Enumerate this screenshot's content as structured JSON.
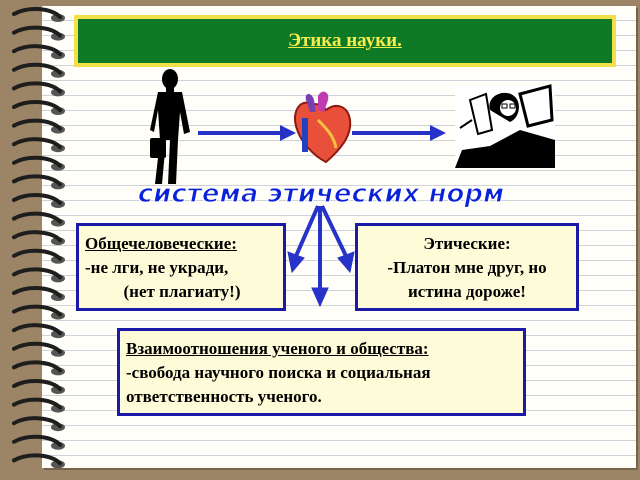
{
  "title": "Этика науки.",
  "banner": "система этических норм",
  "box_left": {
    "heading": "Общечеловеческие:",
    "line1": "-не лги, не укради,",
    "line2": "(нет плагиату!)"
  },
  "box_right": {
    "heading": "Этические:",
    "line1": "-Платон мне друг, но",
    "line2": "истина дороже!"
  },
  "box_bottom": {
    "heading": "Взаимоотношения ученого и общества:",
    "line1": "-свобода научного поиска и социальная",
    "line2": "ответственность ученого."
  },
  "colors": {
    "title_bg": "#0f7a26",
    "title_text": "#f6ec4e",
    "box_border": "#1a1aa6",
    "box_bg": "#fefcd8",
    "arrow": "#2733c8",
    "banner_fill": "#0a23d8"
  },
  "icons": [
    "businessman-icon",
    "heart-icon",
    "patient-in-bed-icon"
  ]
}
